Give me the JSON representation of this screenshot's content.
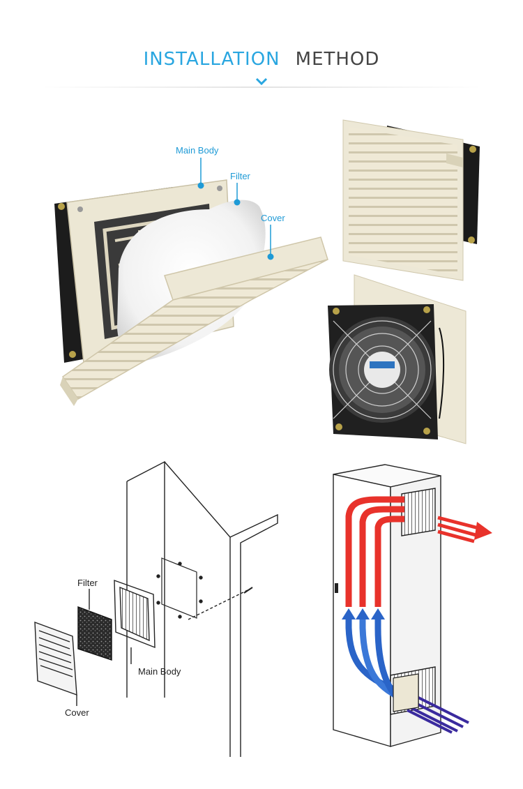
{
  "header": {
    "word1": "INSTALLATION",
    "word2": "METHOD"
  },
  "photo_labels": {
    "main_body": "Main Body",
    "filter": "Filter",
    "cover": "Cover"
  },
  "diagram_labels": {
    "filter": "Filter",
    "main_body": "Main Body",
    "cover": "Cover"
  },
  "colors": {
    "accent": "#29a6e0",
    "hot_air": "#e8322b",
    "cold_air": "#2a64c8",
    "intake_air": "#3a2a9e",
    "panel_beige": "#ece7d4"
  },
  "icons": {
    "header_marker": "chevron-down-icon"
  }
}
